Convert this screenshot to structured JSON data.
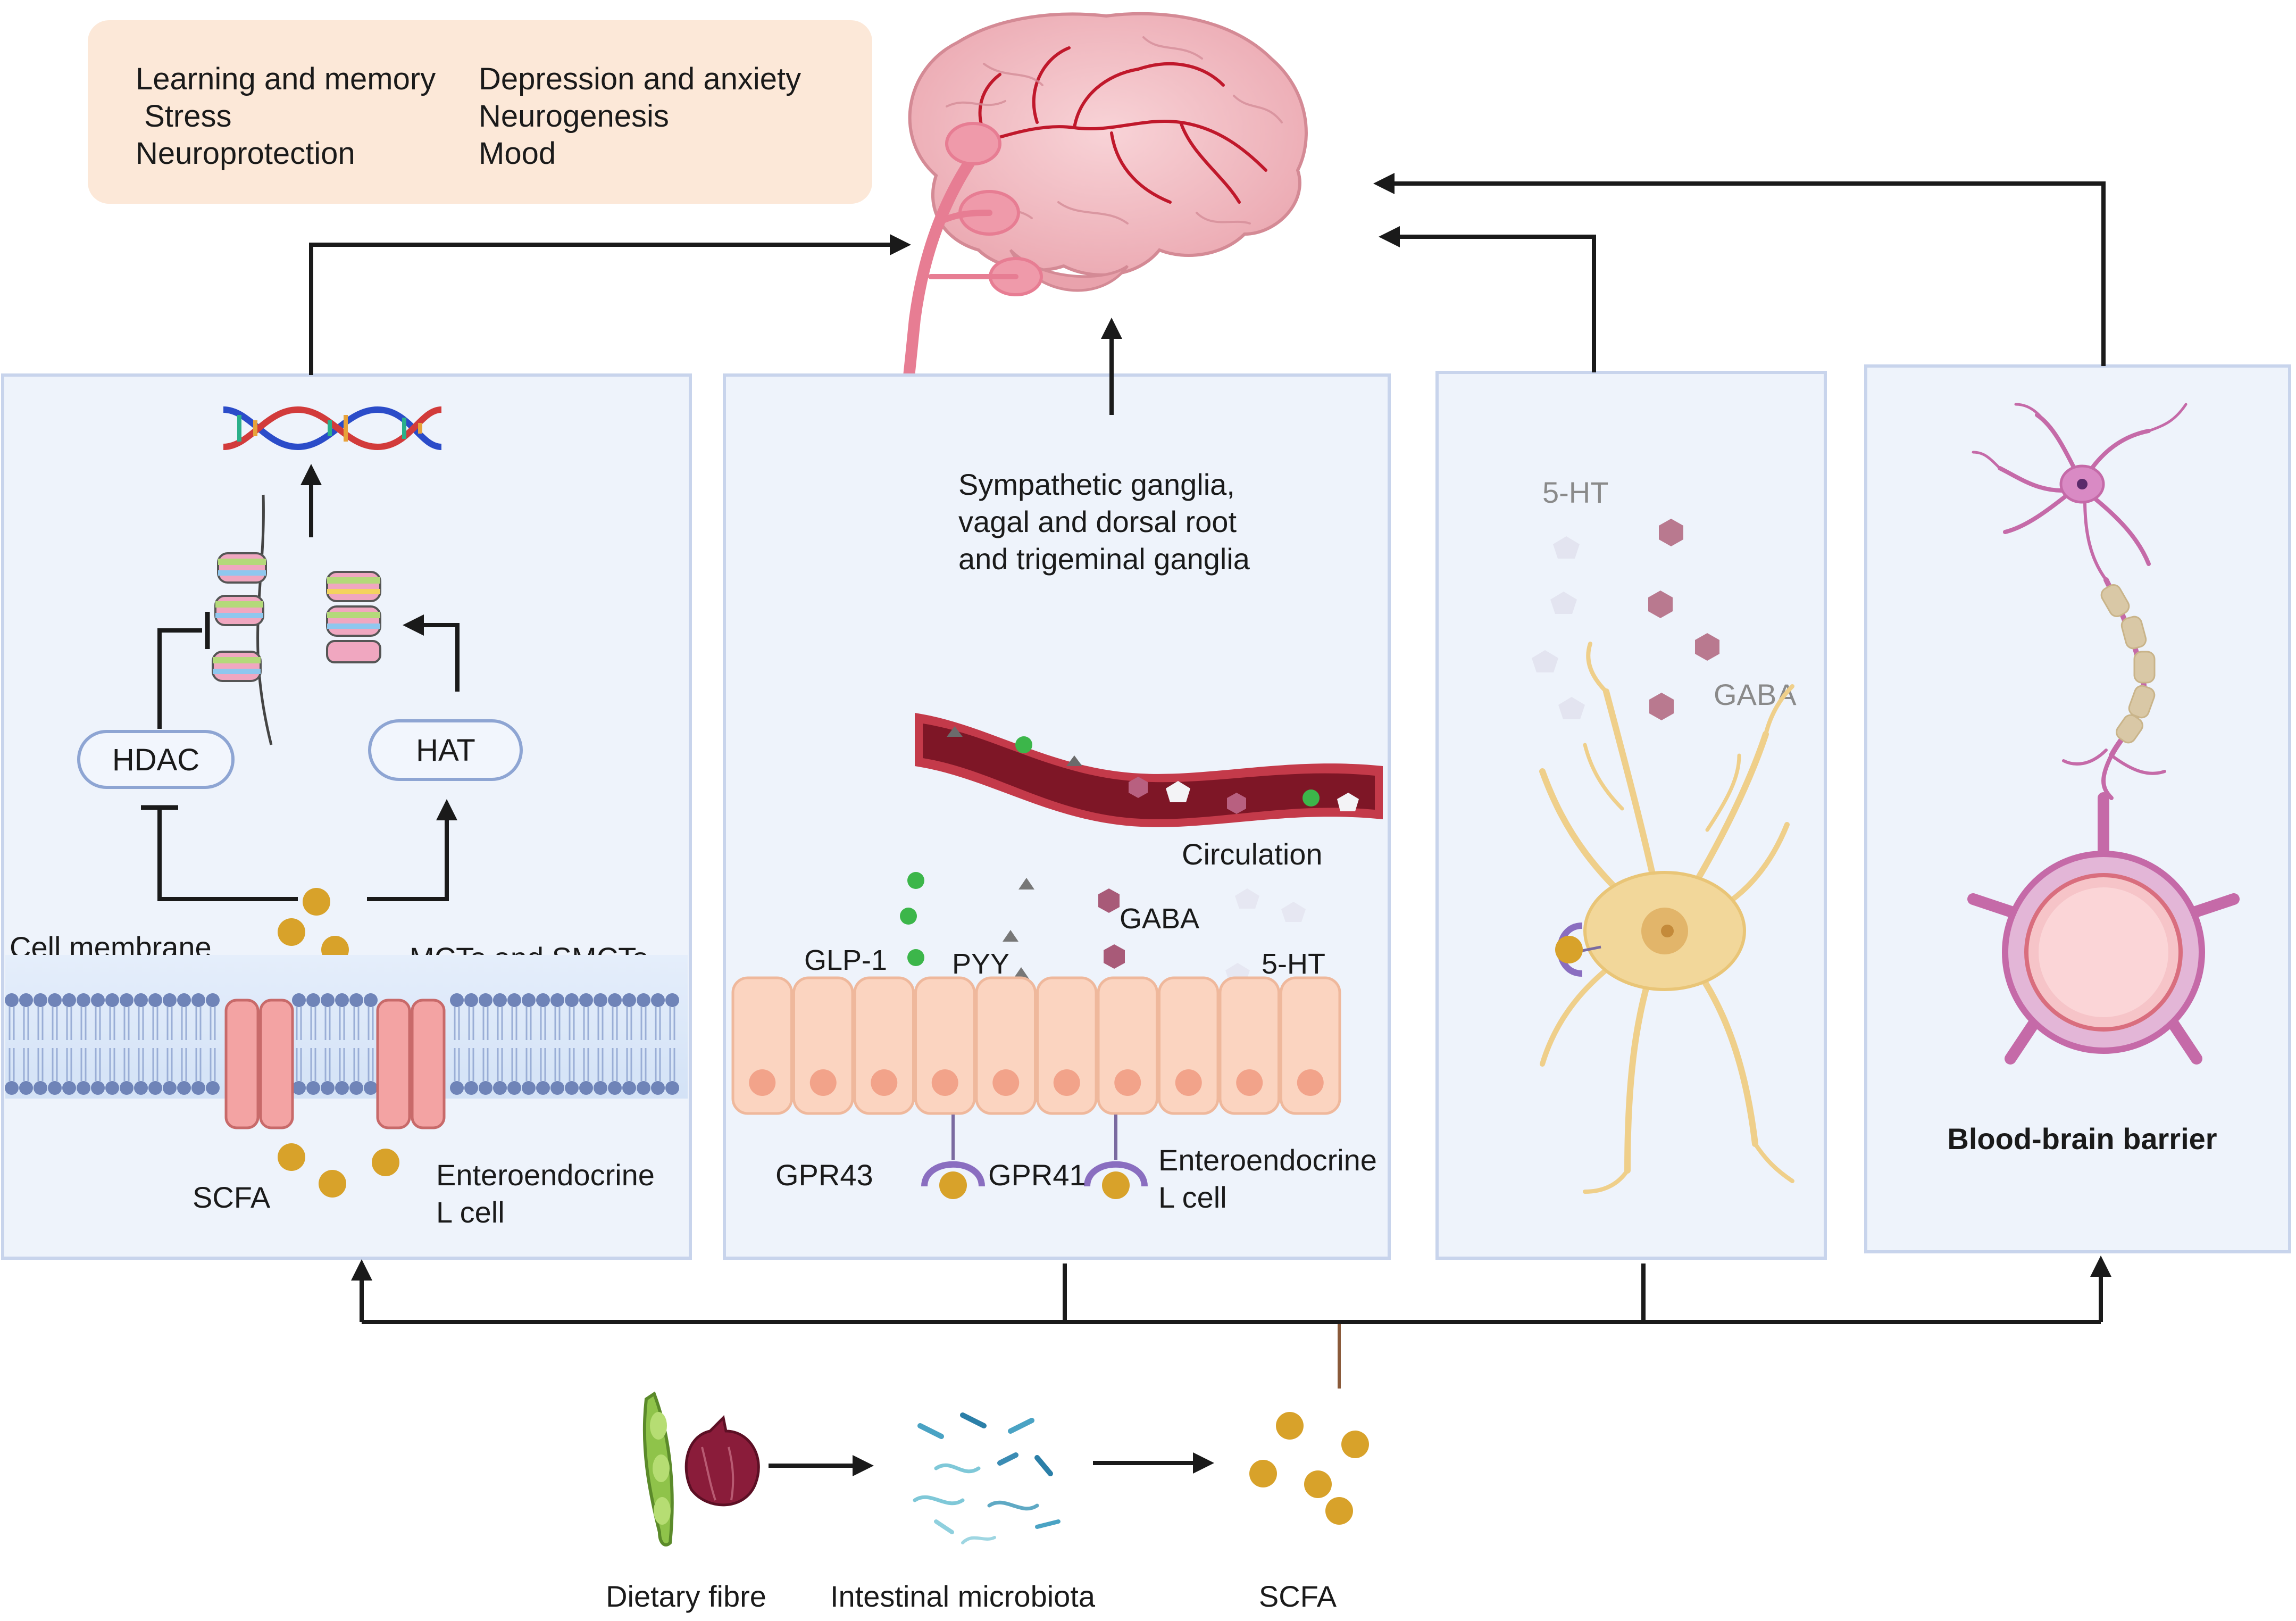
{
  "effects_box": {
    "left_items": [
      "Learning and memory",
      " Stress",
      "Neuroprotection"
    ],
    "right_items": [
      "Depression and anxiety",
      "Neurogenesis",
      "Mood"
    ]
  },
  "panel_epigenetic": {
    "hdac": "HDAC",
    "hat": "HAT",
    "cell_membrane": "Cell membrane",
    "mcts": "MCTs and SMCTs",
    "scfa": "SCFA",
    "enteroendocrine_line1": "Enteroendocrine",
    "enteroendocrine_line2": "L cell"
  },
  "panel_neural": {
    "ganglia_line1": "Sympathetic ganglia,",
    "ganglia_line2": "vagal and dorsal root",
    "ganglia_line3": "and trigeminal ganglia",
    "circulation": "Circulation",
    "glp1": "GLP-1",
    "pyy": "PYY",
    "gaba": "GABA",
    "serotonin": "5-HT",
    "gpr43": "GPR43",
    "gpr41": "GPR41",
    "enteroendocrine_line1": "Enteroendocrine",
    "enteroendocrine_line2": "L cell"
  },
  "panel_neurotransmitter": {
    "serotonin": "5-HT",
    "gaba": "GABA"
  },
  "panel_bbb": {
    "label": "Blood-brain barrier"
  },
  "bottom": {
    "dietary_fibre": "Dietary fibre",
    "microbiota": "Intestinal microbiota",
    "scfa": "SCFA"
  },
  "colors": {
    "panel_fill": "#eef3fb",
    "panel_border": "#c8d4ec",
    "effects_fill": "#fce8d8",
    "scfa_gold": "#d8a22a",
    "brain_pink": "#f3b9c0",
    "vessel_red": "#8b1d2b",
    "gaba_mauve": "#a85a78",
    "glp_green": "#3cb64a",
    "neuron_yellow": "#f2d79a",
    "bbb_purple": "#c56aa8",
    "epithelium": "#fbd4c0"
  }
}
